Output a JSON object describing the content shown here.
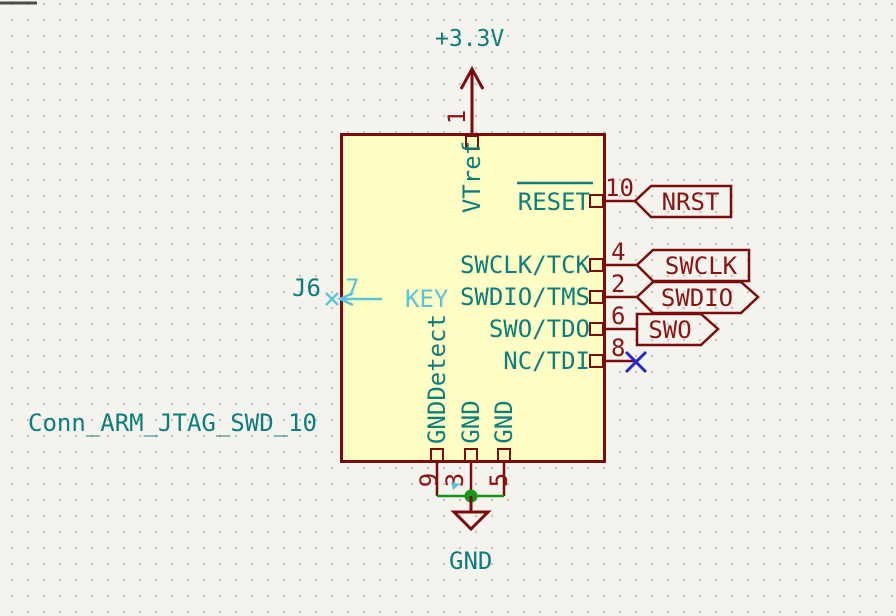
{
  "component": {
    "reference": "J6",
    "value": "Conn_ARM_JTAG_SWD_10"
  },
  "power": {
    "vcc": {
      "net": "+3.3V"
    },
    "gnd": {
      "net": "GND"
    }
  },
  "pins": {
    "top": [
      {
        "number": "1",
        "name": "VTref"
      }
    ],
    "left": [
      {
        "number": "7",
        "name": "KEY"
      }
    ],
    "right": [
      {
        "number": "10",
        "name": "RESET",
        "overline": true
      },
      {
        "number": "4",
        "name": "SWCLK/TCK"
      },
      {
        "number": "2",
        "name": "SWDIO/TMS"
      },
      {
        "number": "6",
        "name": "SWO/TDO"
      },
      {
        "number": "8",
        "name": "NC/TDI",
        "no_connect": true
      }
    ],
    "bottom": [
      {
        "number": "9",
        "name": "GNDDetect"
      },
      {
        "number": "3",
        "name": "GND"
      },
      {
        "number": "5",
        "name": "GND"
      }
    ]
  },
  "labels": [
    {
      "text": "NRST",
      "shape": "input-left"
    },
    {
      "text": "SWCLK",
      "shape": "input-left"
    },
    {
      "text": "SWDIO",
      "shape": "bidirectional"
    },
    {
      "text": "SWO",
      "shape": "output-right"
    }
  ],
  "colors": {
    "background": "#f5f3ee",
    "grid_dot": "#c9c6bf",
    "body_fill": "#ffffc5",
    "symbol_outline": "#7a0c0c",
    "pin_name_text": "#0d7d7e",
    "pin_number_text": "#8a1414",
    "wire_green": "#179617",
    "no_connect_blue": "#2828c8",
    "hidden_pin_cyan": "#5bc3d9"
  }
}
